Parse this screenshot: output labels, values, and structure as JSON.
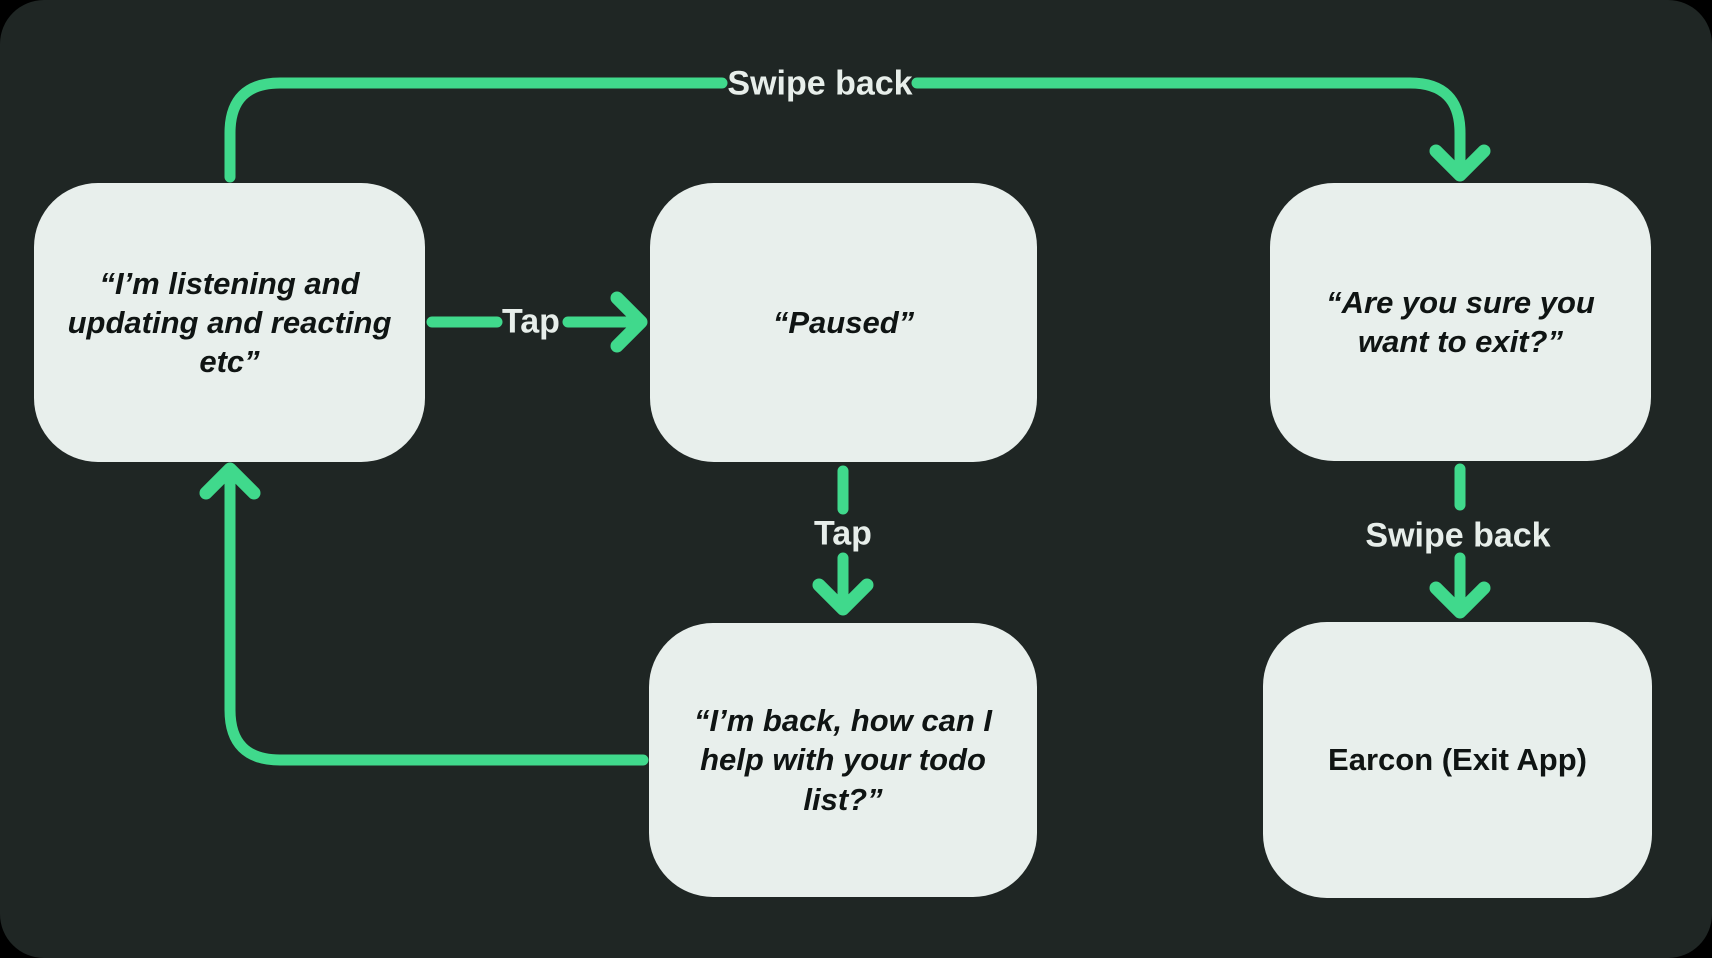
{
  "colors": {
    "canvas_background": "#1f2624",
    "node_fill": "#e8efec",
    "arrow_green": "#40d98c",
    "node_text": "#0f1413",
    "edge_label_text": "#e7eeea"
  },
  "nodes": [
    {
      "id": "listening",
      "label": "“I’m listening and updating and reacting etc”"
    },
    {
      "id": "paused",
      "label": "“Paused”"
    },
    {
      "id": "exit-confirm",
      "label": "“Are you sure you want to exit?”"
    },
    {
      "id": "back-helping",
      "label": "“I’m back, how can I help with your todo list?”"
    },
    {
      "id": "earcon-exit",
      "label": "Earcon (Exit App)"
    }
  ],
  "edges": [
    {
      "id": "listening-to-exit-confirm",
      "label": "Swipe back"
    },
    {
      "id": "listening-to-paused",
      "label": "Tap"
    },
    {
      "id": "paused-to-back-helping",
      "label": "Tap"
    },
    {
      "id": "exit-confirm-to-earcon",
      "label": "Swipe back"
    },
    {
      "id": "back-helping-to-listening"
    }
  ]
}
